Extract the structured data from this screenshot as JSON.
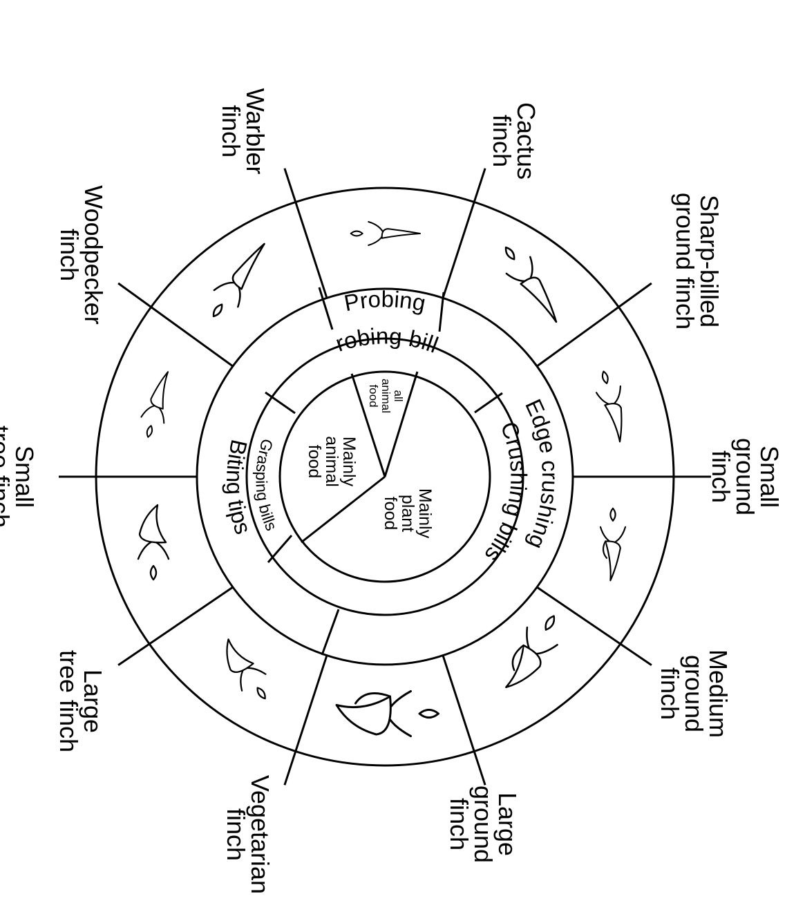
{
  "finches": [
    {
      "id": "small-ground",
      "lines": [
        "Small",
        "ground",
        "finch"
      ]
    },
    {
      "id": "medium-ground",
      "lines": [
        "Medium",
        "ground",
        "finch"
      ]
    },
    {
      "id": "large-ground",
      "lines": [
        "Large",
        "ground",
        "finch"
      ]
    },
    {
      "id": "vegetarian",
      "lines": [
        "Vegetarian",
        "finch"
      ]
    },
    {
      "id": "large-tree",
      "lines": [
        "Large",
        "tree finch"
      ]
    },
    {
      "id": "small-tree",
      "lines": [
        "Small",
        "tree finch"
      ]
    },
    {
      "id": "woodpecker",
      "lines": [
        "Woodpecker",
        "finch"
      ]
    },
    {
      "id": "warbler",
      "lines": [
        "Warbler",
        "finch"
      ]
    },
    {
      "id": "cactus",
      "lines": [
        "Cactus",
        "finch"
      ]
    },
    {
      "id": "sharp-billed-ground",
      "lines": [
        "Sharp-billed",
        "ground finch"
      ]
    }
  ],
  "bill_groups": {
    "edge_crushing": "Edge crushing",
    "biting_tips": "Biting tips",
    "probing": "Probing",
    "crushing_bills": "Crushing bills",
    "grasping_bills": "Grasping bills",
    "probing_bills": "Probing bills"
  },
  "diet": {
    "plant": [
      "Mainly",
      "plant",
      "food"
    ],
    "animal": [
      "Mainly",
      "animal",
      "food"
    ],
    "all_animal": [
      "all",
      "animal",
      "food"
    ]
  }
}
